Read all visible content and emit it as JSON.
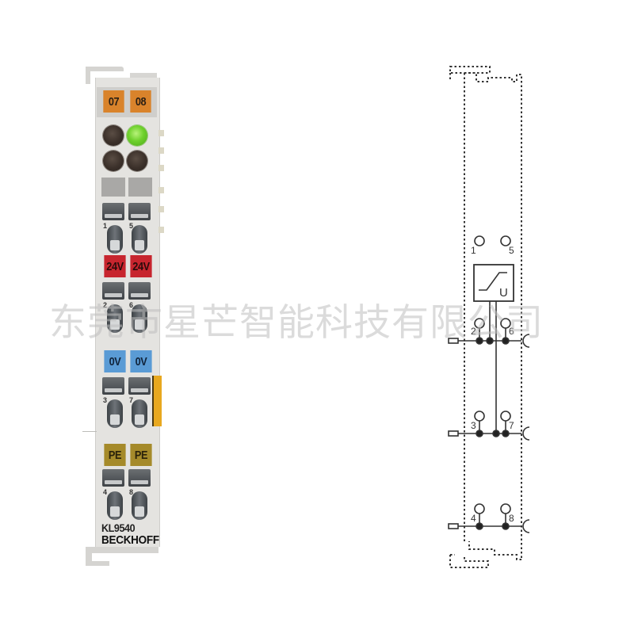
{
  "product": {
    "model": "KL9540",
    "brand": "BECKHOFF",
    "colors": {
      "housing": "#e4e3e0",
      "label_orange": "#d9832b",
      "label_red": "#c7252e",
      "label_blue": "#5a9bd5",
      "label_pe": "#a58a2a",
      "led_green": "#6fd12d",
      "side_contact": "#e8a81f"
    },
    "top_labels": [
      "07",
      "08"
    ],
    "leds": [
      {
        "position": "top-left",
        "state": "off"
      },
      {
        "position": "top-right",
        "state": "on"
      },
      {
        "position": "bottom-left",
        "state": "off"
      },
      {
        "position": "bottom-right",
        "state": "off"
      }
    ],
    "groups": [
      {
        "label": "24V",
        "terminals": [
          "1",
          "5"
        ],
        "lower_terminals": [
          "2",
          "6"
        ]
      },
      {
        "label": "0V",
        "terminals": [
          "3",
          "7"
        ]
      },
      {
        "label": "PE",
        "terminals": [
          "4",
          "8"
        ]
      }
    ],
    "label_24v": [
      "24V",
      "24V"
    ],
    "label_0v": [
      "0V",
      "0V"
    ],
    "label_pe": [
      "PE",
      "PE"
    ],
    "terminal_numbers": {
      "t1": "1",
      "t2": "2",
      "t3": "3",
      "t4": "4",
      "t5": "5",
      "t6": "6",
      "t7": "7",
      "t8": "8"
    }
  },
  "schematic": {
    "converter_symbol_label": "U",
    "terminals": {
      "t1": "1",
      "t2": "2",
      "t3": "3",
      "t4": "4",
      "t5": "5",
      "t6": "6",
      "t7": "7",
      "t8": "8"
    }
  },
  "watermark": "东莞市星芒智能科技有限公司"
}
